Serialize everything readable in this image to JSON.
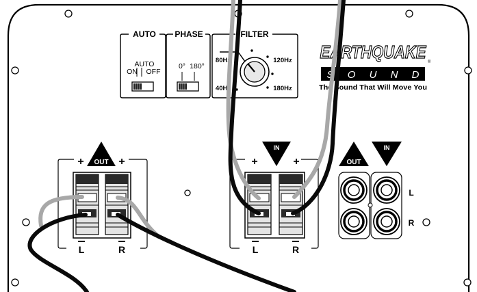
{
  "panel": {
    "auto_group": {
      "title": "AUTO",
      "switch_label": "AUTO",
      "on_label": "ON",
      "off_label": "OFF"
    },
    "phase_group": {
      "title": "PHASE",
      "label_0": "0°",
      "label_180": "180°"
    },
    "filter_group": {
      "title": "FILTER",
      "f80": "80Hz",
      "f40": "40Hz",
      "f120": "120Hz",
      "f180": "180Hz"
    },
    "brand": {
      "name": "EARTHQUAKE",
      "sound": "S O U N D",
      "tagline": "The Sound That Will Move You",
      "registered": "®"
    },
    "speaker_out": {
      "arrow": "OUT",
      "plus_left": "+",
      "plus_right": "+",
      "left": "L",
      "right": "R"
    },
    "speaker_in": {
      "arrow": "IN",
      "plus_left": "+",
      "plus_right": "+",
      "left": "L",
      "right": "R"
    },
    "rca": {
      "out_arrow": "OUT",
      "in_arrow": "IN",
      "left": "L",
      "right": "R"
    }
  },
  "colors": {
    "panel_line": "#000000",
    "black_wire": "#0a0a0a",
    "gray_wire": "#a8a8a8",
    "terminal_body": "#e4e4e4",
    "terminal_dark": "#2a2a2a"
  }
}
